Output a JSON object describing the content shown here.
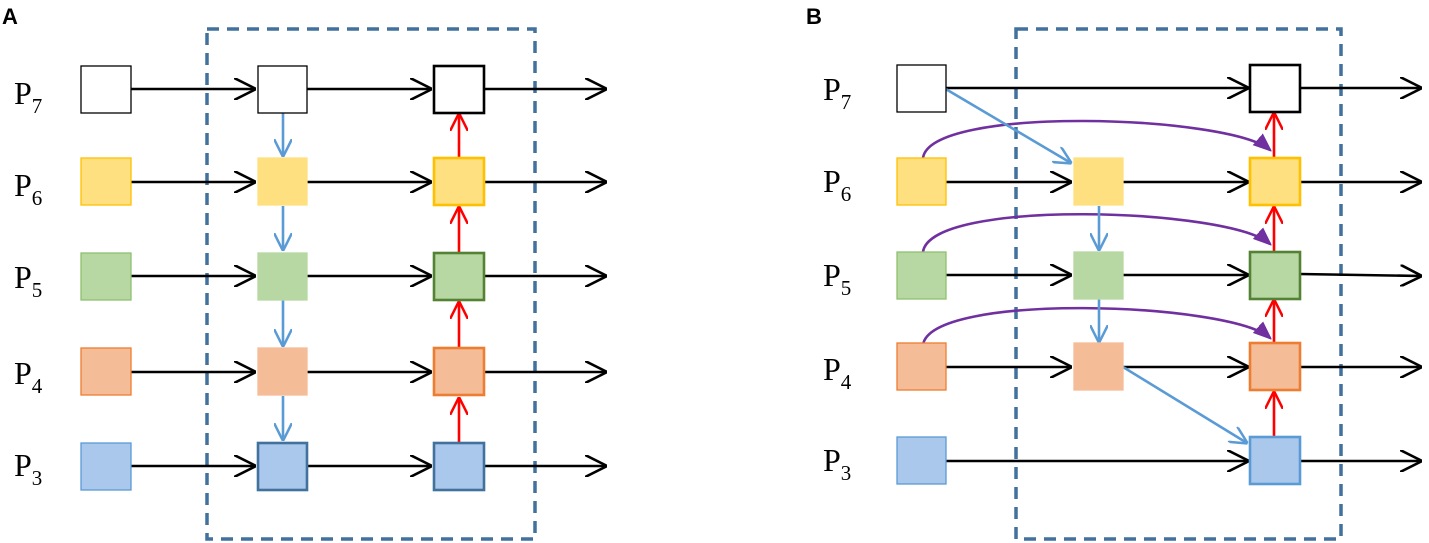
{
  "panels": [
    {
      "label": "A",
      "rows": [
        {
          "id": "p7",
          "prefix": "P",
          "sub": "7"
        },
        {
          "id": "p6",
          "prefix": "P",
          "sub": "6"
        },
        {
          "id": "p5",
          "prefix": "P",
          "sub": "5"
        },
        {
          "id": "p4",
          "prefix": "P",
          "sub": "4"
        },
        {
          "id": "p3",
          "prefix": "P",
          "sub": "3"
        }
      ]
    },
    {
      "label": "B",
      "rows": [
        {
          "id": "p7",
          "prefix": "P",
          "sub": "7"
        },
        {
          "id": "p6",
          "prefix": "P",
          "sub": "6"
        },
        {
          "id": "p5",
          "prefix": "P",
          "sub": "5"
        },
        {
          "id": "p4",
          "prefix": "P",
          "sub": "4"
        },
        {
          "id": "p3",
          "prefix": "P",
          "sub": "3"
        }
      ]
    }
  ],
  "colors": {
    "black_edge": "#000000",
    "blue_edge": "#5b9bd5",
    "red_edge": "#ff0000",
    "purple_edge": "#7030a0",
    "frame": "#41719c",
    "p7_fill": "#ffffff",
    "p7_stroke": "#000000",
    "p6_fill": "#ffe080",
    "p6_stroke": "#ffc000",
    "p5_fill": "#b7d7a3",
    "p5_stroke": "#548235",
    "p4_fill": "#f5bc98",
    "p4_stroke": "#ed7d31",
    "p3_fill": "#a9c8ec",
    "p3_stroke": "#41719c"
  }
}
